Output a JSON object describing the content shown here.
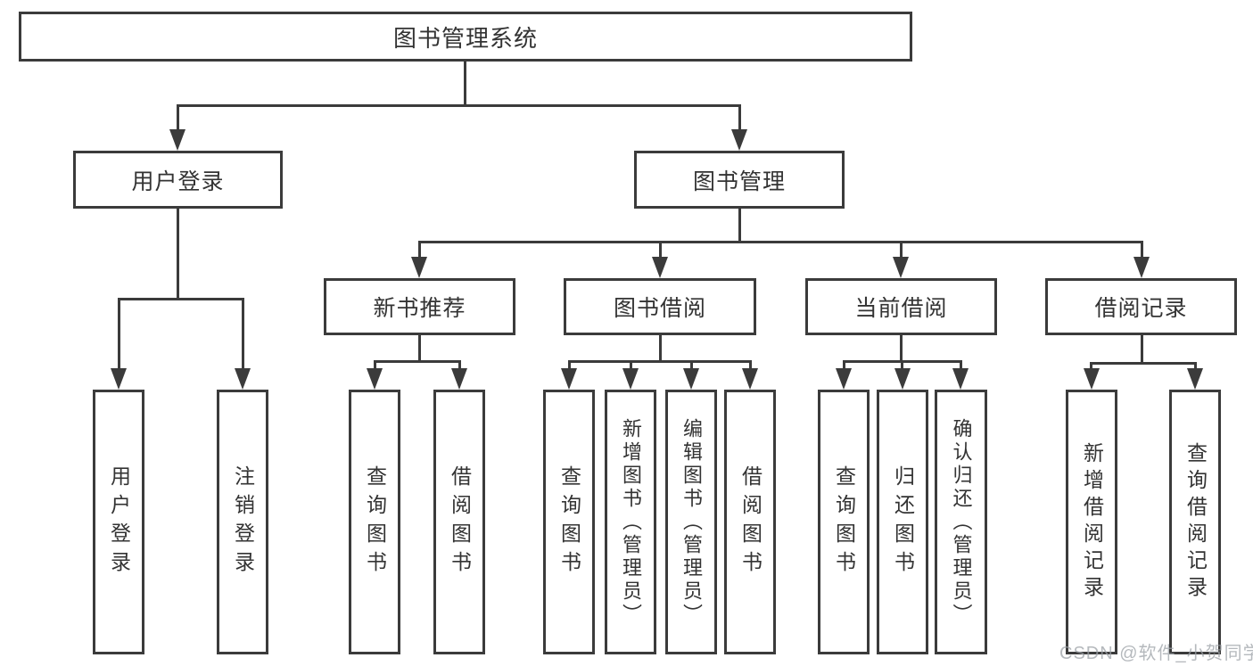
{
  "diagram": {
    "root": {
      "label": "图书管理系统"
    },
    "level1": [
      {
        "label": "用户登录"
      },
      {
        "label": "图书管理"
      }
    ],
    "level2": [
      {
        "label": "新书推荐"
      },
      {
        "label": "图书借阅"
      },
      {
        "label": "当前借阅"
      },
      {
        "label": "借阅记录"
      }
    ],
    "leaves": [
      {
        "label": "用户登录"
      },
      {
        "label": "注销登录"
      },
      {
        "label": "查询图书"
      },
      {
        "label": "借阅图书"
      },
      {
        "label": "查询图书"
      },
      {
        "label": "新增图书（管理员）"
      },
      {
        "label": "编辑图书（管理员）"
      },
      {
        "label": "借阅图书"
      },
      {
        "label": "查询图书"
      },
      {
        "label": "归还图书"
      },
      {
        "label": "确认归还（管理员）"
      },
      {
        "label": "新增借阅记录"
      },
      {
        "label": "查询借阅记录"
      }
    ]
  },
  "watermark": {
    "text": "CSDN @软件_小贺同学"
  },
  "colors": {
    "line": "#3b3b3b",
    "text": "#333333",
    "background": "#ffffff",
    "watermark": "#9ca1a7"
  }
}
